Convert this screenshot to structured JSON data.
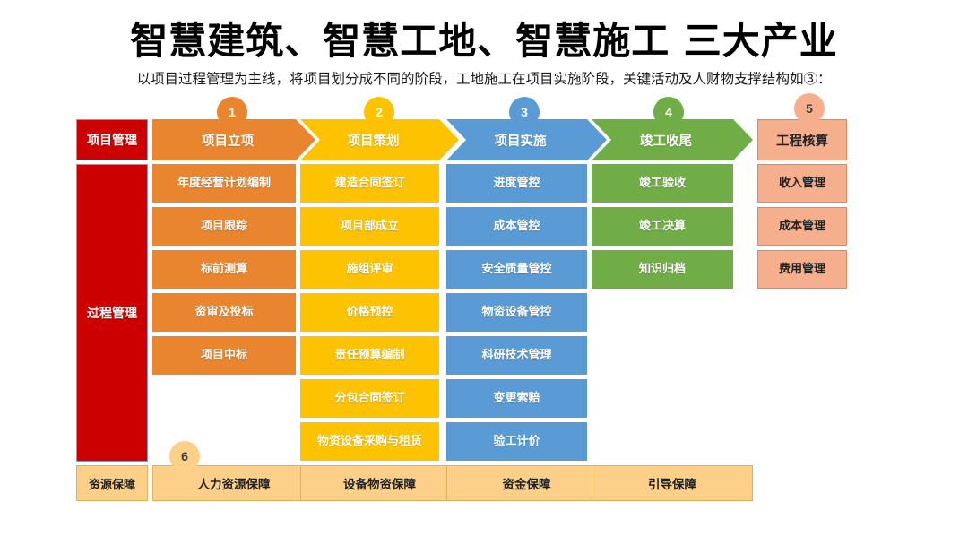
{
  "header": {
    "title": "智慧建筑、智慧工地、智慧施工 三大产业",
    "subtitle": "以项目过程管理为主线，将项目划分成不同的阶段，工地施工在项目实施阶段，关键活动及人财物支撑结构如③："
  },
  "colors": {
    "orange": "#E8852E",
    "yellow": "#FDC300",
    "blue": "#5B9BD5",
    "green": "#70AD47",
    "peach": "#F5AF8D",
    "red": "#CC0000",
    "tan": "#FCD089"
  },
  "rails": [
    {
      "label": "项目管理"
    },
    {
      "label": "过程管理"
    }
  ],
  "badges": [
    {
      "num": "1",
      "color": "#E8852E",
      "dark": false
    },
    {
      "num": "2",
      "color": "#FDC300",
      "dark": false
    },
    {
      "num": "3",
      "color": "#5B9BD5",
      "dark": false
    },
    {
      "num": "4",
      "color": "#70AD47",
      "dark": false
    },
    {
      "num": "5",
      "color": "#F5AF8D",
      "dark": true
    },
    {
      "num": "6",
      "color": "#FCD089",
      "dark": true
    }
  ],
  "phases": [
    {
      "label": "项目立项",
      "color": "#E8852E",
      "shape": "arrow-first"
    },
    {
      "label": "项目策划",
      "color": "#FDC300",
      "shape": "arrow"
    },
    {
      "label": "项目实施",
      "color": "#5B9BD5",
      "shape": "arrow"
    },
    {
      "label": "竣工收尾",
      "color": "#70AD47",
      "shape": "arrow"
    },
    {
      "label": "工程核算",
      "color": "#F5AF8D",
      "shape": "plain"
    }
  ],
  "columns": [
    {
      "name": "项目立项",
      "color": "#E8852E",
      "dark_text": false,
      "items": [
        "年度经营计划编制",
        "项目跟踪",
        "标前测算",
        "资审及投标",
        "项目中标"
      ]
    },
    {
      "name": "项目策划",
      "color": "#FDC300",
      "dark_text": false,
      "items": [
        "建造合同签订",
        "项目部成立",
        "施组评审",
        "价格预控",
        "责任预算编制",
        "分包合同签订",
        "物资设备采购与租赁"
      ]
    },
    {
      "name": "项目实施",
      "color": "#5B9BD5",
      "dark_text": false,
      "items": [
        "进度管控",
        "成本管控",
        "安全质量管控",
        "物资设备管控",
        "科研技术管理",
        "变更索赔",
        "验工计价"
      ]
    },
    {
      "name": "竣工收尾",
      "color": "#70AD47",
      "dark_text": false,
      "items": [
        "竣工验收",
        "竣工决算",
        "知识归档"
      ]
    },
    {
      "name": "工程核算",
      "color": "#F5AF8D",
      "dark_text": true,
      "items": [
        "收入管理",
        "成本管理",
        "费用管理"
      ]
    }
  ],
  "resources": {
    "rail_label": "资源保障",
    "items": [
      "人力资源保障",
      "设备物资保障",
      "资金保障",
      "引导保障"
    ]
  }
}
